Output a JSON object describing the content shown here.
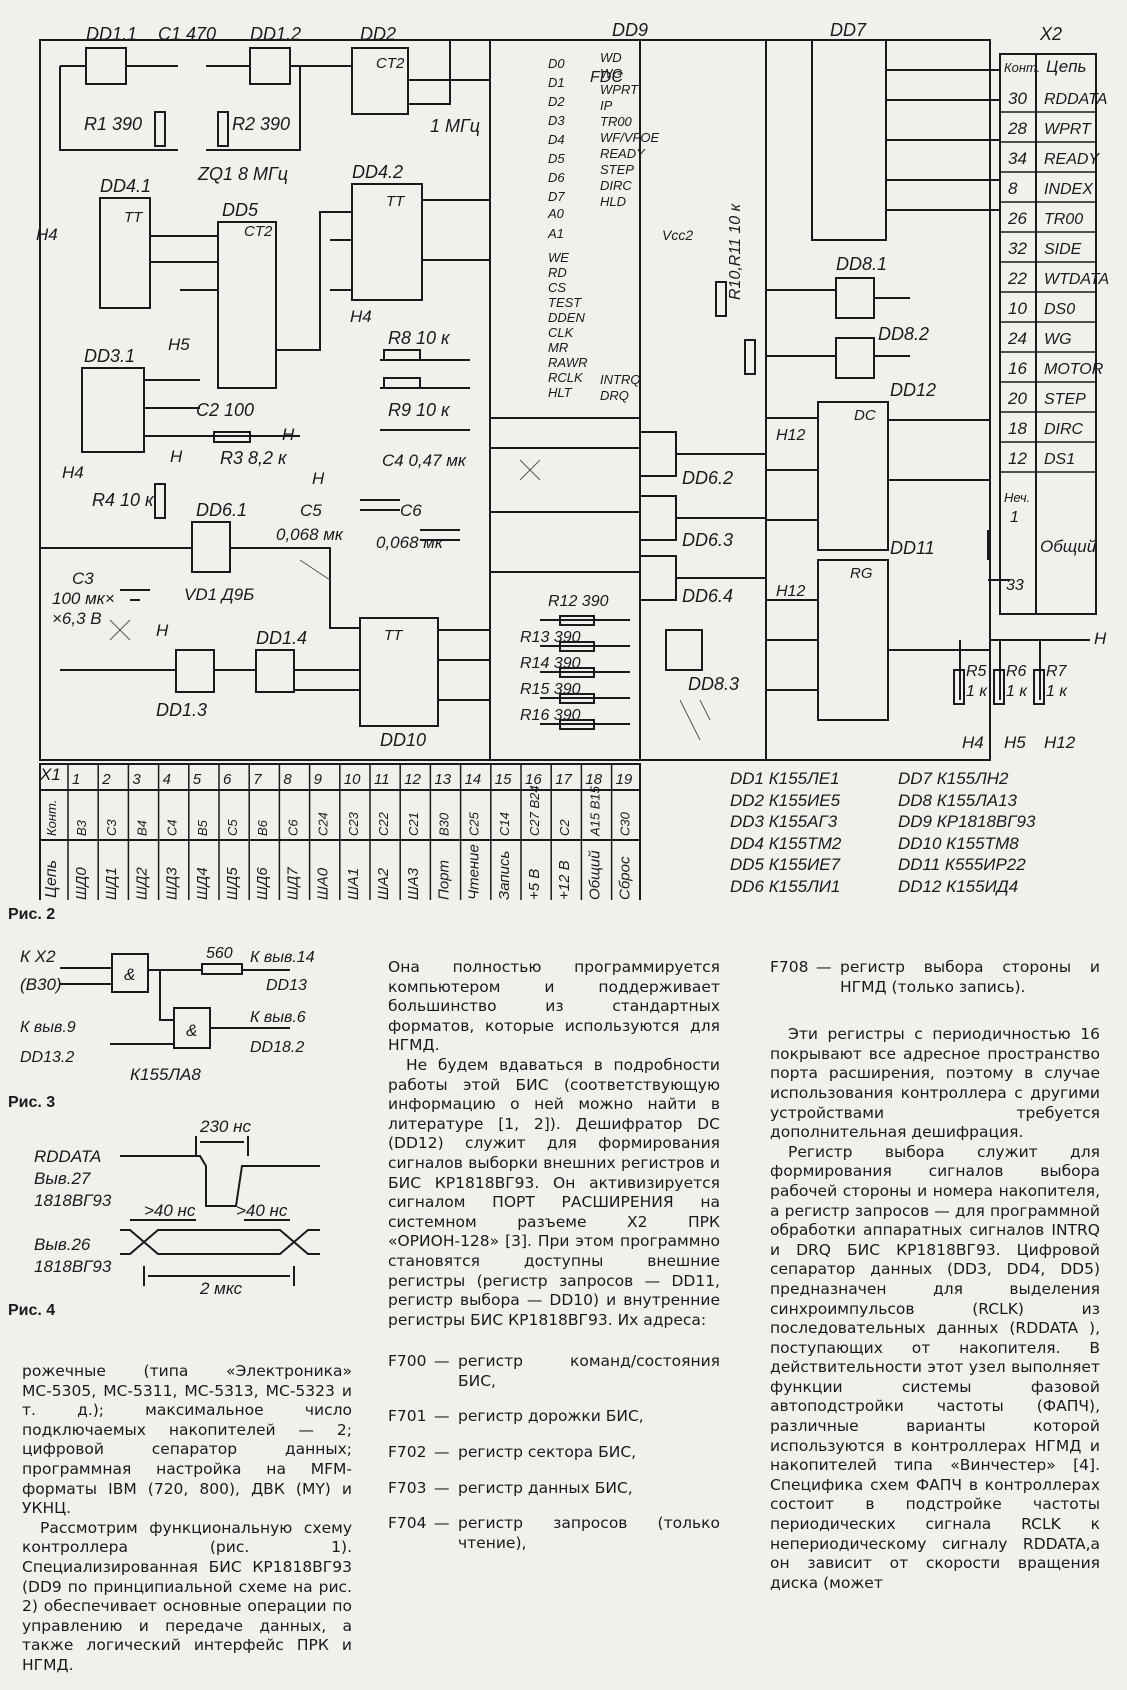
{
  "figure2": {
    "caption": "Рис. 2",
    "chips": {
      "dd1_1": "DD1.1",
      "dd1_2": "DD1.2",
      "dd2": "DD2",
      "dd9": "DD9",
      "dd7": "DD7",
      "dd4_1": "DD4.1",
      "dd4_2": "DD4.2",
      "dd5": "DD5",
      "dd3_1": "DD3.1",
      "dd6_1": "DD6.1",
      "dd6_2": "DD6.2",
      "dd6_3": "DD6.3",
      "dd6_4": "DD6.4",
      "dd8_1": "DD8.1",
      "dd8_2": "DD8.2",
      "dd8_3": "DD8.3",
      "dd12": "DD12",
      "dd11": "DD11",
      "dd10": "DD10",
      "dd1_3": "DD1.3",
      "dd1_4": "DD1.4",
      "ct2": "CT2",
      "tt": "TT",
      "fdc": "FDC",
      "dc": "DC",
      "rg": "RG",
      "vcc2": "Vcc2"
    },
    "components": {
      "c1": "C1 470",
      "r1": "R1 390",
      "r2": "R2 390",
      "zq1": "ZQ1 8 МГц",
      "f1mhz": "1 МГц",
      "c2": "C2 100",
      "r3": "R3 8,2 к",
      "r4": "R4 10 к",
      "c3a": "C3",
      "c3b": "100 мк×",
      "c3c": "×6,3 В",
      "vd1": "VD1 Д9Б",
      "c5a": "C5",
      "c5b": "0,068 мк",
      "c6a": "C6",
      "c6b": "0,068 мк",
      "r8": "R8 10 к",
      "r9": "R9 10 к",
      "c4": "C4 0,47 мк",
      "r10_11": "R10,R11 10 к",
      "r12": "R12 390",
      "r13": "R13 390",
      "r14": "R14 390",
      "r15": "R15 390",
      "r16": "R16 390",
      "r5": "R5",
      "r6": "R6",
      "r7": "R7",
      "k1": "1 к",
      "h": "H",
      "h4": "H4",
      "h5": "H5",
      "h12": "H12"
    },
    "dd9_left_pins": [
      "D0",
      "D1",
      "D2",
      "D3",
      "D4",
      "D5",
      "D6",
      "D7",
      "A0",
      "A1",
      "WE",
      "RD",
      "CS",
      "TEST",
      "DDEN",
      "CLK",
      "MR",
      "RAWR",
      "RCLK",
      "HLT"
    ],
    "dd9_right_pins": [
      "WD",
      "WG",
      "WPRT",
      "IP",
      "TR00",
      "WF/VFOE",
      "READY",
      "STEP",
      "DIRC",
      "HLD",
      "INTRQ",
      "DRQ"
    ],
    "x2": {
      "title": "X2",
      "header": [
        "Конт.",
        "Цепь"
      ],
      "rows": [
        [
          "30",
          "RDDATA"
        ],
        [
          "28",
          "WPRT"
        ],
        [
          "34",
          "READY"
        ],
        [
          "8",
          "INDEX"
        ],
        [
          "26",
          "TR00"
        ],
        [
          "32",
          "SIDE"
        ],
        [
          "22",
          "WTDATA"
        ],
        [
          "10",
          "DS0"
        ],
        [
          "24",
          "WG"
        ],
        [
          "16",
          "MOTOR"
        ],
        [
          "20",
          "STEP"
        ],
        [
          "18",
          "DIRC"
        ],
        [
          "12",
          "DS1"
        ]
      ],
      "odd": "Неч.",
      "odd_from": "1",
      "odd_to": "33",
      "common": "Общий"
    },
    "x1": {
      "title": "X1",
      "pins": [
        "1",
        "2",
        "3",
        "4",
        "5",
        "6",
        "7",
        "8",
        "9",
        "10",
        "11",
        "12",
        "13",
        "14",
        "15",
        "16",
        "17",
        "18",
        "19"
      ],
      "contacts": [
        "В3",
        "С3",
        "В4",
        "С4",
        "В5",
        "С5",
        "В6",
        "С6",
        "С24",
        "С23",
        "С22",
        "С21",
        "В30",
        "С25",
        "С14",
        "С27 В24",
        "С2",
        "А15 В15",
        "С30"
      ],
      "nets": [
        "ШД0",
        "ШД1",
        "ШД2",
        "ШД3",
        "ШД4",
        "ШД5",
        "ШД6",
        "ШД7",
        "ША0",
        "ША1",
        "ША2",
        "ША3",
        "Порт",
        "Чтение",
        "Запись",
        "+5 В",
        "+12 В",
        "Общий",
        "Сброс"
      ],
      "hdr_contact": "Конт.",
      "hdr_net": "Цепь"
    },
    "parts_left": [
      "DD1 К155ЛЕ1",
      "DD2 К155ИЕ5",
      "DD3 К155АГ3",
      "DD4 К155ТМ2",
      "DD5 К155ИЕ7",
      "DD6 К155ЛИ1"
    ],
    "parts_right": [
      "DD7 К155ЛН2",
      "DD8 К155ЛА13",
      "DD9 КР1818ВГ93",
      "DD10 К155ТМ8",
      "DD11 К555ИР22",
      "DD12 К155ИД4"
    ]
  },
  "figure3": {
    "caption": "Рис. 3",
    "in1a": "К X2",
    "in1b": "(В30)",
    "res": "560",
    "out1a": "К выв.14",
    "out1b": "DD13",
    "in2a": "К выв.9",
    "in2b": "DD13.2",
    "out2a": "К выв.6",
    "out2b": "DD18.2",
    "chip": "К155ЛА8"
  },
  "figure4": {
    "caption": "Рис. 4",
    "t230": "230 нс",
    "rddata": "RDDATA",
    "pin27": "Выв.27",
    "chip1": "1818ВГ93",
    "t40a": ">40 нс",
    "t40b": ">40 нс",
    "pin26": "Выв.26",
    "chip2": "1818ВГ93",
    "t2": "2 мкс"
  },
  "text": {
    "col1": [
      "рожечные (типа «Электроника» МС-5305, МС-5311, МС-5313, МС-5323 и т. д.); максимальное число подключаемых накопителей — 2; цифровой сепаратор данных; программная настройка на MFM-форматы IBM (720, 800), ДВК (MY) и УКНЦ.",
      "Рассмотрим функциональную схему контроллера (рис. 1). Специализированная БИС КР1818ВГ93 (DD9 по принципиальной схеме на рис. 2) обеспечивает основные операции по управлению и передаче данных, а также логический интерфейс ПРК и НГМД."
    ],
    "col2_p1": "Она полностью программируется компьютером и поддерживает большинство из стандартных форматов, которые используются для НГМД.",
    "col2_p2": "Не будем вдаваться в подробности работы этой БИС (соответствующую информацию о ней можно найти в литературе [1, 2]). Дешифратор DC (DD12) служит для формирования сигналов выборки внешних регистров и БИС КР1818ВГ93. Он активизируется сигналом ПОРТ РАСШИРЕНИЯ на системном разъеме X2 ПРК «ОРИОН-128» [3]. При этом программно становятся доступны внешние регистры (регистр запросов — DD11, регистр выбора — DD10) и внутренние регистры БИС КР1818ВГ93. Их адреса:",
    "registers": [
      {
        "addr": "F700",
        "text": "регистр команд/состояния БИС,"
      },
      {
        "addr": "F701",
        "text": "регистр дорожки БИС,"
      },
      {
        "addr": "F702",
        "text": "регистр сектора БИС,"
      },
      {
        "addr": "F703",
        "text": "регистр данных БИС,"
      },
      {
        "addr": "F704",
        "text": "регистр запросов (только чтение),"
      }
    ],
    "col3_reg": {
      "addr": "F708",
      "text": "регистр выбора стороны и НГМД (только запись)."
    },
    "col3_p1": "Эти регистры с периодичностью 16 покрывают все адресное пространство порта расширения, поэтому в случае использования контроллера с другими устройствами требуется дополнительная дешифрация.",
    "col3_p2": "Регистр выбора служит для формирования сигналов выбора рабочей стороны и номера накопителя, а регистр запросов — для программной обработки аппаратных сигналов INTRQ и DRQ БИС КР1818ВГ93. Цифровой сепаратор данных (DD3, DD4, DD5) предназначен для выделения синхроимпульсов (RCLK) из последовательных данных (RDDATA ), поступающих от накопителя. В действительности этот узел выполняет функции системы фазовой автоподстройки частоты (ФАПЧ), различные варианты которой используются в контроллерах НГМД и накопителей типа «Винчестер» [4]. Специфика схем ФАПЧ в контроллерах состоит в подстройке частоты периодических сигнала RCLK к непериодическому сигналу RDDATA,а он зависит от скорости вращения диска (может"
  }
}
